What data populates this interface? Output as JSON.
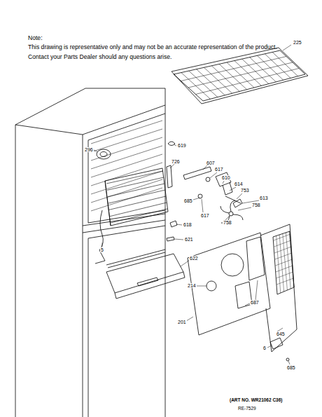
{
  "diagram": {
    "labels": [
      "Note:",
      "This drawing is representative only and may not be an accurate representation of the product.",
      "Contact your Parts Dealer should any questions arise.",
      "225",
      "296",
      "619",
      "726",
      "607",
      "617",
      "610",
      "614",
      "753",
      "613",
      "758",
      "685",
      "617",
      "758",
      "618",
      "621",
      "5",
      "622",
      "214",
      "687",
      "201",
      "645",
      "6",
      "685",
      "(ART NO. WR21062 C36)",
      "RE-7529"
    ]
  }
}
